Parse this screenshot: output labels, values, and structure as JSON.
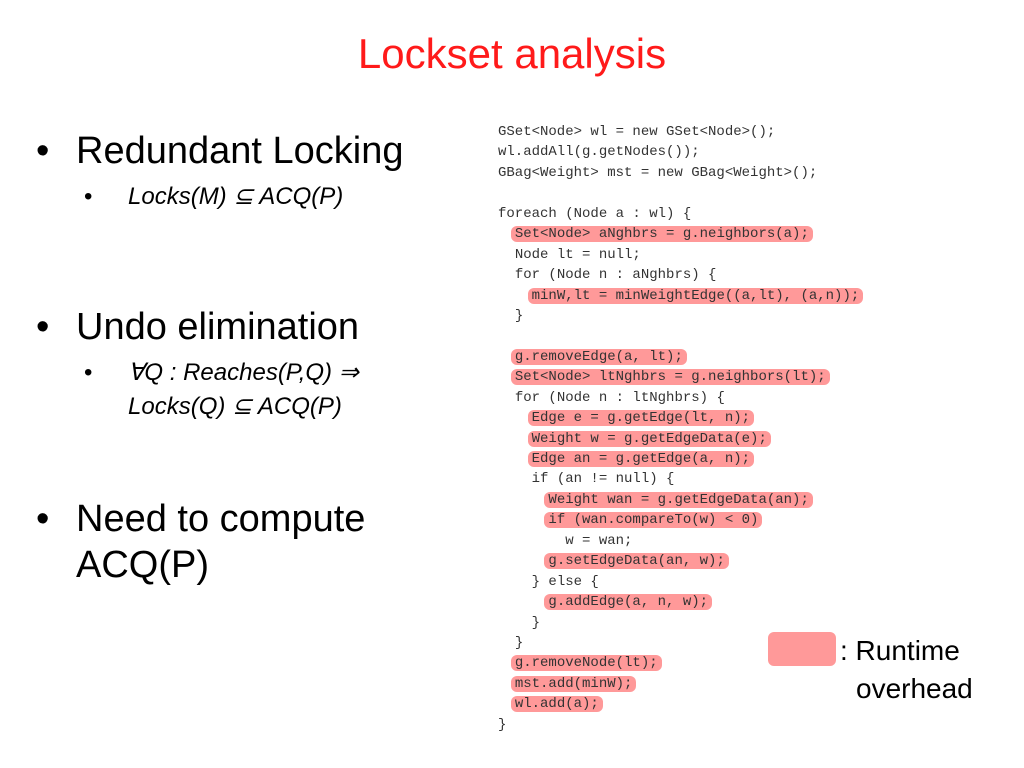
{
  "title": "Lockset analysis",
  "bullets": [
    {
      "text": "Redundant Locking",
      "sub": "Locks(M) ⊆ ACQ(P)"
    },
    {
      "text": "Undo elimination",
      "sub_line1": "∀Q : Reaches(P,Q) ⇒",
      "sub_line2": "Locks(Q) ⊆ ACQ(P)"
    },
    {
      "text_line1": "Need to compute",
      "text_line2": "ACQ(P)"
    }
  ],
  "code": [
    {
      "indent": 0,
      "text": "GSet<Node> wl = new GSet<Node>();",
      "hl": false
    },
    {
      "indent": 0,
      "text": "wl.addAll(g.getNodes());",
      "hl": false
    },
    {
      "indent": 0,
      "text": "GBag<Weight> mst = new GBag<Weight>();",
      "hl": false
    },
    {
      "indent": 0,
      "text": "",
      "hl": false
    },
    {
      "indent": 0,
      "text": "foreach (Node a : wl) {",
      "hl": false
    },
    {
      "indent": 1,
      "text": "Set<Node> aNghbrs = g.neighbors(a);",
      "hl": true
    },
    {
      "indent": 1,
      "text": "Node lt = null;",
      "hl": false
    },
    {
      "indent": 1,
      "text": "for (Node n : aNghbrs) {",
      "hl": false
    },
    {
      "indent": 2,
      "text": "minW,lt = minWeightEdge((a,lt), (a,n));",
      "hl": true
    },
    {
      "indent": 1,
      "text": "}",
      "hl": false
    },
    {
      "indent": 0,
      "text": "",
      "hl": false
    },
    {
      "indent": 1,
      "text": "g.removeEdge(a, lt);",
      "hl": true
    },
    {
      "indent": 1,
      "text": "Set<Node> ltNghbrs = g.neighbors(lt);",
      "hl": true
    },
    {
      "indent": 1,
      "text": "for (Node n : ltNghbrs) {",
      "hl": false
    },
    {
      "indent": 2,
      "text": "Edge e = g.getEdge(lt, n);",
      "hl": true
    },
    {
      "indent": 2,
      "text": "Weight w = g.getEdgeData(e);",
      "hl": true
    },
    {
      "indent": 2,
      "text": "Edge an = g.getEdge(a, n);",
      "hl": true
    },
    {
      "indent": 2,
      "text": "if (an != null) {",
      "hl": false
    },
    {
      "indent": 3,
      "text": "Weight wan = g.getEdgeData(an);",
      "hl": true
    },
    {
      "indent": 3,
      "text": "if (wan.compareTo(w) < 0)",
      "hl": true
    },
    {
      "indent": 4,
      "text": "w = wan;",
      "hl": false
    },
    {
      "indent": 3,
      "text": "g.setEdgeData(an, w);",
      "hl": true
    },
    {
      "indent": 2,
      "text": "} else {",
      "hl": false
    },
    {
      "indent": 3,
      "text": "g.addEdge(a, n, w);",
      "hl": true
    },
    {
      "indent": 2,
      "text": "}",
      "hl": false
    },
    {
      "indent": 1,
      "text": "}",
      "hl": false
    },
    {
      "indent": 1,
      "text": "g.removeNode(lt);",
      "hl": true
    },
    {
      "indent": 1,
      "text": "mst.add(minW);",
      "hl": true
    },
    {
      "indent": 1,
      "text": "wl.add(a);",
      "hl": true
    },
    {
      "indent": 0,
      "text": "}",
      "hl": false
    }
  ],
  "legend": {
    "line1": ": Runtime",
    "line2": "overhead",
    "color": "#ff9999"
  },
  "colors": {
    "title": "#ff1a1a",
    "highlight": "#ff9999"
  }
}
